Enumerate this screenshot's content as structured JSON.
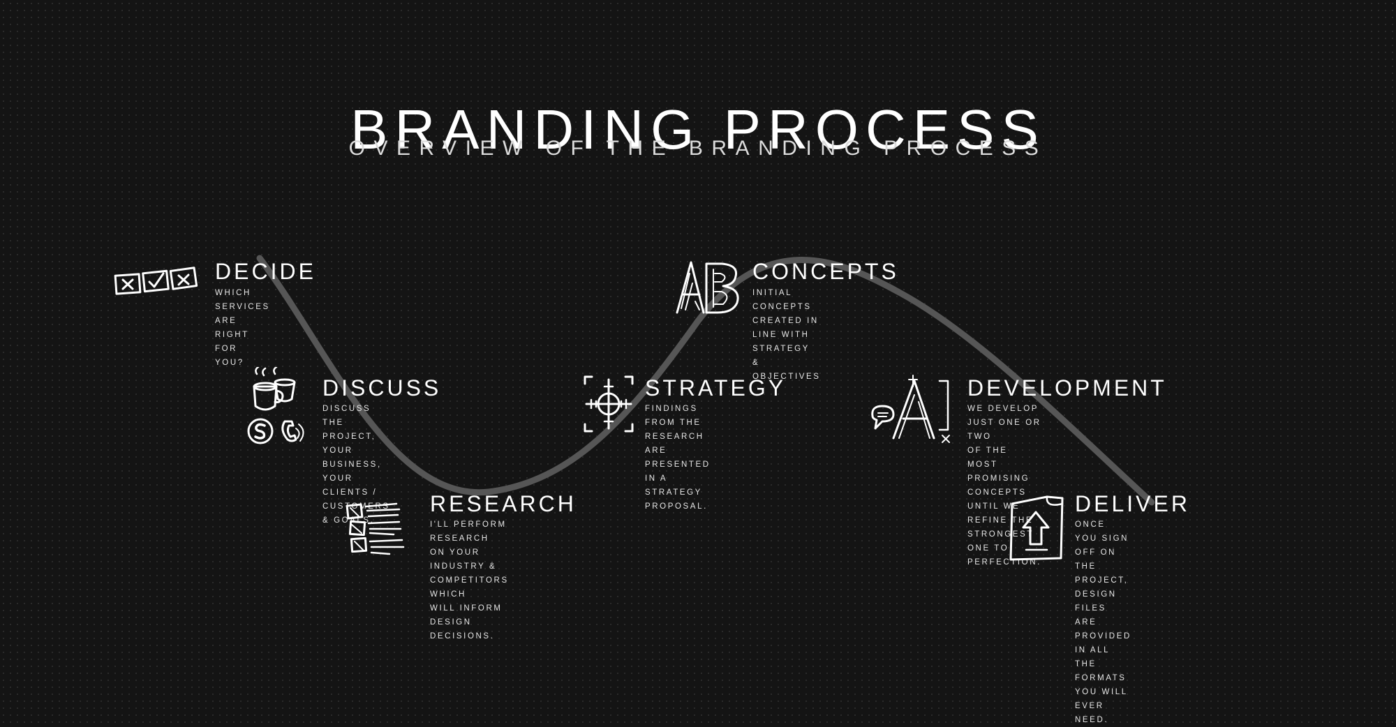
{
  "header": {
    "title": "BRANDING PROCESS",
    "subtitle": "OVERVIEW OF THE BRANDING PROCESS"
  },
  "steps": [
    {
      "id": "decide",
      "title": "DECIDE",
      "text": "Which services are\nright for you?",
      "icon": "checkbox-icon"
    },
    {
      "id": "discuss",
      "title": "DISCUSS",
      "text": "Discuss the project, your\nbusiness, your clients /\ncustomers & goals.",
      "icon": "coffee-cups-icon"
    },
    {
      "id": "research",
      "title": "RESEARCH",
      "text": "I'll perform research on your\nindustry & competitors which\nwill inform design decisions.",
      "icon": "notes-list-icon"
    },
    {
      "id": "strategy",
      "title": "STRATEGY",
      "text": "Findings from the\nresearch are presented\nin a strategy proposal.",
      "icon": "crosshair-icon"
    },
    {
      "id": "concepts",
      "title": "CONCEPTS",
      "text": "Initial concepts\ncreated in line with\nstrategy & objectives",
      "icon": "ab-letters-icon"
    },
    {
      "id": "development",
      "title": "DEVELOPMENT",
      "text": "We develop just one or two\nof the most promising\nconcepts until we refine the\nstrongest one to perfection.",
      "icon": "letter-a-icon"
    },
    {
      "id": "deliver",
      "title": "DELIVER",
      "text": "Once you sign off on the\nproject, design files are\nprovided in all the formats\nyou will ever need.",
      "icon": "upload-document-icon"
    }
  ]
}
